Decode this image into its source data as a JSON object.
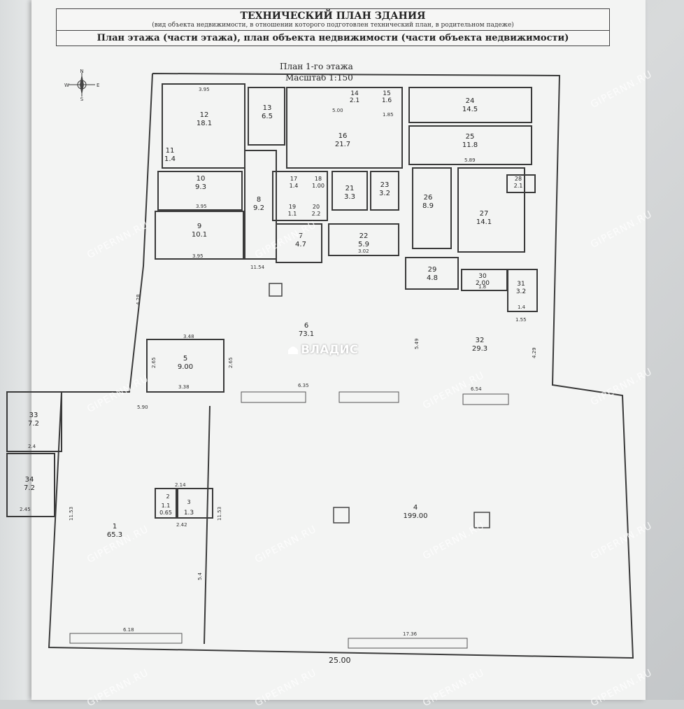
{
  "header": {
    "title": "ТЕХНИЧЕСКИЙ ПЛАН ЗДАНИЯ",
    "subtitle": "(вид объекта недвижимости, в отношении которого подготовлен технический план, в родительном падеже)",
    "section": "План этажа (части этажа), план объекта недвижимости (части объекта недвижимости)"
  },
  "plan": {
    "title": "План 1-го этажа",
    "scale": "Масштаб 1:150",
    "total_width": "25.00",
    "compass": {
      "n": "N",
      "s": "S",
      "w": "W",
      "e": "E"
    }
  },
  "rooms": {
    "r1": {
      "num": "1",
      "area": "65.3"
    },
    "r1_1": {
      "num": "1.1",
      "area": "0.65"
    },
    "r2": {
      "num": "2",
      "area": ""
    },
    "r3": {
      "num": "3",
      "area": "1.3"
    },
    "r4": {
      "num": "4",
      "area": "199.00"
    },
    "r5": {
      "num": "5",
      "area": "9.00"
    },
    "r6": {
      "num": "6",
      "area": "73.1"
    },
    "r7": {
      "num": "7",
      "area": "4.7"
    },
    "r8": {
      "num": "8",
      "area": "9.2"
    },
    "r9": {
      "num": "9",
      "area": "10.1"
    },
    "r10": {
      "num": "10",
      "area": "9.3"
    },
    "r11": {
      "num": "11",
      "area": "1.4"
    },
    "r12": {
      "num": "12",
      "area": "18.1"
    },
    "r13": {
      "num": "13",
      "area": "6.5"
    },
    "r14": {
      "num": "14",
      "area": "2.1"
    },
    "r15": {
      "num": "15",
      "area": "1.6"
    },
    "r16": {
      "num": "16",
      "area": "21.7"
    },
    "r17": {
      "num": "17",
      "area": "1.4"
    },
    "r18": {
      "num": "18",
      "area": "1.00"
    },
    "r19": {
      "num": "19",
      "area": "1.1"
    },
    "r20": {
      "num": "20",
      "area": "2.2"
    },
    "r21": {
      "num": "21",
      "area": "3.3"
    },
    "r22": {
      "num": "22",
      "area": "5.9"
    },
    "r23": {
      "num": "23",
      "area": "3.2"
    },
    "r24": {
      "num": "24",
      "area": "14.5"
    },
    "r25": {
      "num": "25",
      "area": "11.8"
    },
    "r26": {
      "num": "26",
      "area": "8.9"
    },
    "r27": {
      "num": "27",
      "area": "14.1"
    },
    "r28": {
      "num": "28",
      "area": "2.1"
    },
    "r29": {
      "num": "29",
      "area": "4.8"
    },
    "r30": {
      "num": "30",
      "area": "2.00"
    },
    "r31": {
      "num": "31",
      "area": "3.2"
    },
    "r32": {
      "num": "32",
      "area": "29.3"
    },
    "r33": {
      "num": "33",
      "area": "7.2"
    },
    "r34": {
      "num": "34",
      "area": "7.2"
    }
  },
  "dimensions": {
    "d_395a": "3.95",
    "d_395b": "3.95",
    "d_395c": "3.95",
    "d_348": "3.48",
    "d_338": "3.38",
    "d_590": "5.90",
    "d_635": "6.35",
    "d_654": "6.54",
    "d_1154": "11.54",
    "d_1153a": "11.53",
    "d_1153b": "11.53",
    "d_1736": "17.36",
    "d_618": "6.18",
    "d_54": "5.4",
    "d_242": "2.42",
    "d_214": "2.14",
    "d_24": "2.4",
    "d_245": "2.45",
    "d_549": "5.49",
    "d_429": "4.29",
    "d_428": "4.28",
    "d_265a": "2.65",
    "d_265b": "2.65",
    "d_302": "3.02",
    "d_589": "5.89",
    "d_500": "5.00",
    "d_185": "1.85",
    "d_155": "1.55",
    "d_18": "1.8",
    "d_14": "1.4"
  },
  "brand": "ВЛАДИС",
  "watermark": "GIPERNN.RU",
  "colors": {
    "paper": "#f3f4f3",
    "ink": "#333333",
    "watermark": "#ffffff"
  }
}
